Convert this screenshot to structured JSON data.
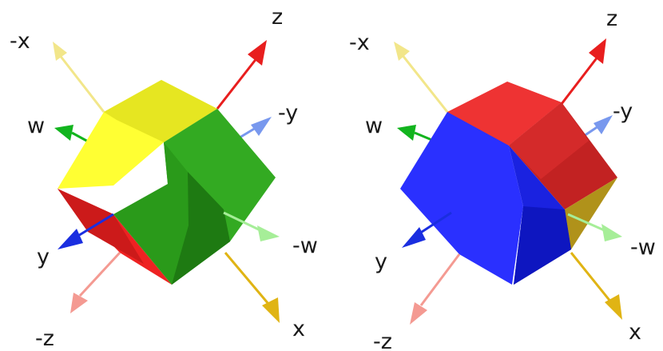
{
  "panels": [
    {
      "axis_labels": {
        "neg_x": "-x",
        "z": "z",
        "w": "w",
        "neg_y": "-y",
        "y": "y",
        "neg_w": "-w",
        "neg_z": "-z",
        "x": "x"
      },
      "face_colors": {
        "top": "#ffff33",
        "top_dark": "#e6e621",
        "right": "#33aa22",
        "front": "#2a9a1a",
        "front_dark": "#1e7a12",
        "left": "#ee2222",
        "left_dark": "#cc1a1a"
      }
    },
    {
      "axis_labels": {
        "neg_x": "-x",
        "z": "z",
        "w": "w",
        "neg_y": "-y",
        "y": "y",
        "neg_w": "-w",
        "neg_z": "-z",
        "x": "x"
      },
      "face_colors": {
        "top": "#ee3333",
        "top_dark": "#d42a2a",
        "right": "#c22222",
        "front": "#1a22e0",
        "front_dark": "#0e16c0",
        "left": "#2a30ff",
        "left_dark": "#b0921a"
      }
    }
  ],
  "axis_colors": {
    "x": "#e0b414",
    "neg_x": "#f2e68a",
    "y": "#1a2ee0",
    "neg_y": "#7898ee",
    "z": "#e81e1e",
    "neg_z": "#f49a92",
    "w": "#12b41e",
    "neg_w": "#a6ee98"
  }
}
